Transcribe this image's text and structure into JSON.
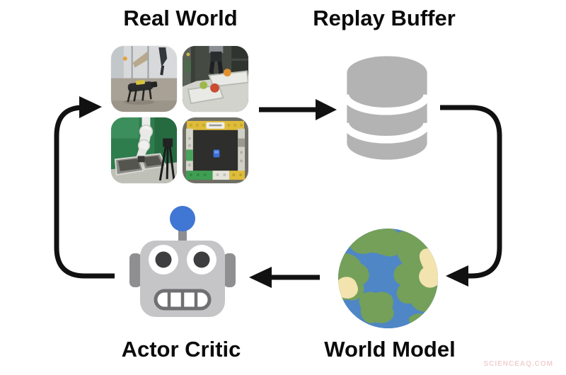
{
  "diagram": {
    "type": "cycle",
    "nodes": [
      {
        "id": "real-world",
        "label": "Real World",
        "icon": "photo-grid"
      },
      {
        "id": "replay-buffer",
        "label": "Replay Buffer",
        "icon": "database-icon"
      },
      {
        "id": "world-model",
        "label": "World Model",
        "icon": "globe-icon"
      },
      {
        "id": "actor-critic",
        "label": "Actor Critic",
        "icon": "robot-icon"
      }
    ],
    "edges": [
      {
        "from": "real-world",
        "to": "replay-buffer",
        "style": "straight-right-arrow"
      },
      {
        "from": "replay-buffer",
        "to": "world-model",
        "style": "curved-down-then-left-arrow"
      },
      {
        "from": "world-model",
        "to": "actor-critic",
        "style": "straight-left-arrow"
      },
      {
        "from": "actor-critic",
        "to": "real-world",
        "style": "curved-up-then-right-arrow"
      }
    ],
    "photos": [
      {
        "name": "quadruped-robot-walking-indoors"
      },
      {
        "name": "robot-gripper-arm-with-fruit-on-trays"
      },
      {
        "name": "white-robot-arm-over-gray-bins"
      },
      {
        "name": "lego-brick-arena-top-view-with-blue-object"
      }
    ],
    "colors": {
      "arrow": "#111111",
      "title_text": "#0b0b0b",
      "database_gray": "#b3b3b3",
      "robot_head": "#c5c5c7",
      "robot_ear": "#8f8f91",
      "robot_pupil": "#3e3e40",
      "robot_mouth_outline": "#707072",
      "antenna_blue": "#4076d4",
      "globe_ocean": "#4f86c6",
      "globe_land": "#74a05a",
      "globe_sand": "#f3e3ae"
    }
  },
  "watermark": {
    "text": "SCIENCEAQ.COM",
    "color": "#f2d0d0"
  }
}
